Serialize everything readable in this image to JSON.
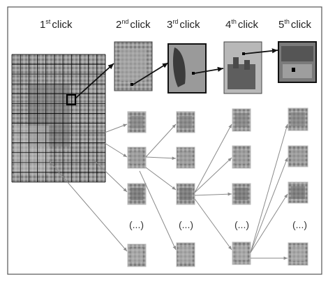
{
  "headers": [
    {
      "num": "1",
      "sup": "st",
      "word": "click"
    },
    {
      "num": "2",
      "sup": "nd",
      "word": "click"
    },
    {
      "num": "3",
      "sup": "rd",
      "word": "click"
    },
    {
      "num": "4",
      "sup": "th",
      "word": "click"
    },
    {
      "num": "5",
      "sup": "th",
      "word": "click"
    }
  ],
  "ellipsis": "(...)",
  "colors": {
    "frame": "#555555",
    "grid_line": "#000000",
    "bold_arrow": "#111111",
    "thin_arrow": "#8a8a8a",
    "photo_gray": "#8a8a8a"
  }
}
